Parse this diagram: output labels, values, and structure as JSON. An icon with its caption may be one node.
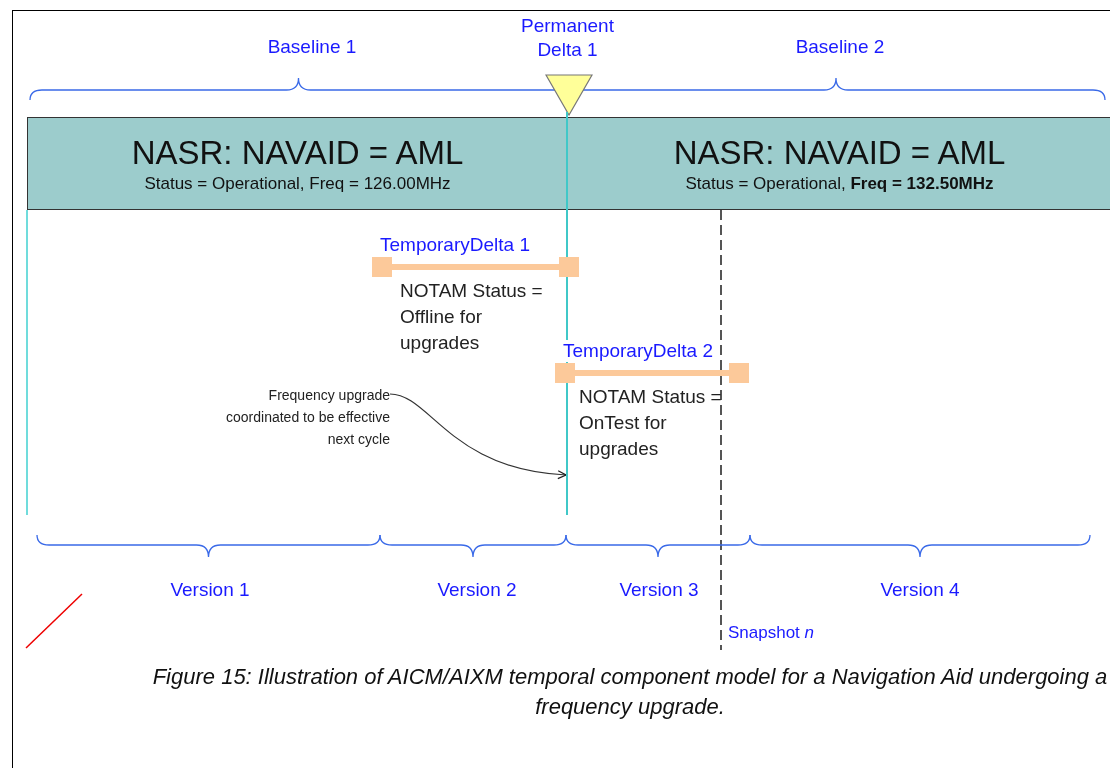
{
  "diagram": {
    "caption": "Figure 15: Illustration of AICM/AIXM temporal component model for a Navigation Aid undergoing a frequency upgrade.",
    "nodes": [
      {
        "text": [
          "NASR: NAVAID = AML",
          "Status = Operational, Freq = 126.00MHz"
        ]
      },
      {
        "text": [
          "NASR: NAVAID = AML",
          "Status = Operational, **Freq = 132.50MHz**"
        ]
      },
      {
        "text": [
          "Permanent Delta 1"
        ]
      },
      {
        "text": [
          "TemporaryDelta 1",
          "NOTAM Status = Offline for upgrades"
        ]
      },
      {
        "text": [
          "TemporaryDelta 2",
          "NOTAM Status = OnTest for upgrades"
        ]
      },
      {
        "text": [
          "Frequency upgrade coordinated to be effective next cycle"
        ]
      },
      {
        "text": [],
        "shape": "bar"
      }
    ],
    "edges": [
      {
        "from": 5,
        "to": 6,
        "arrow": "to"
      }
    ],
    "labels": [
      "Baseline 1",
      "Baseline 2",
      "Version 1",
      "Version 2",
      "Version 3",
      "Version 4",
      "Snapshot *n*"
    ]
  }
}
